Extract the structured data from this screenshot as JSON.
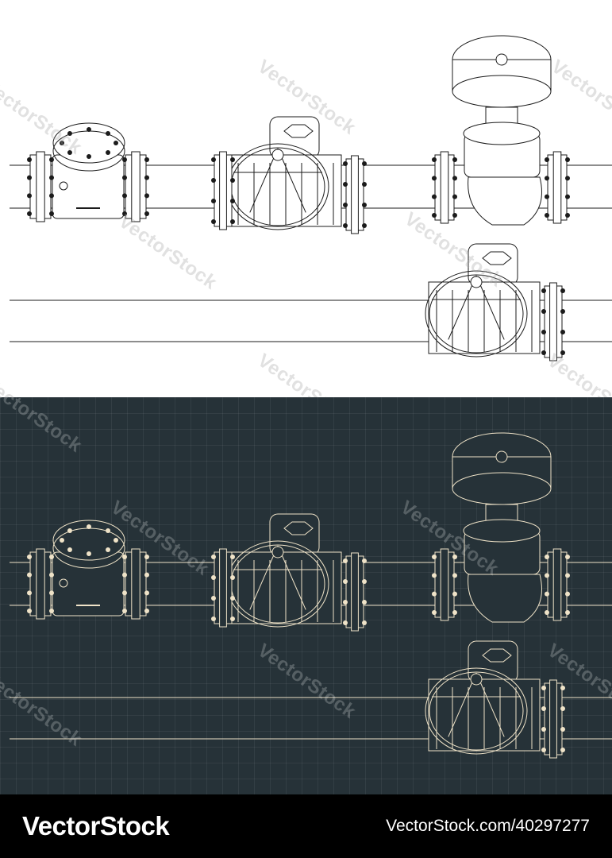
{
  "watermark": {
    "text": "VectorStock"
  },
  "footer": {
    "brand": "VectorStock",
    "image_number": "VectorStock.com/40297277"
  },
  "colors": {
    "light_stroke": "#1a1a1a",
    "light_bg": "#ffffff",
    "dark_bg": "#263238",
    "dark_stroke": "#efe3c8",
    "footer_bg": "#000000"
  },
  "panels": [
    {
      "name": "light",
      "bg": "#ffffff",
      "stroke": "#1b1b1b",
      "fill": "#ffffff",
      "bolt": "#1b1b1b"
    },
    {
      "name": "dark",
      "bg": "#263238",
      "stroke": "#efe3c8",
      "fill": "#263238",
      "bolt": "#efe3c8"
    }
  ]
}
